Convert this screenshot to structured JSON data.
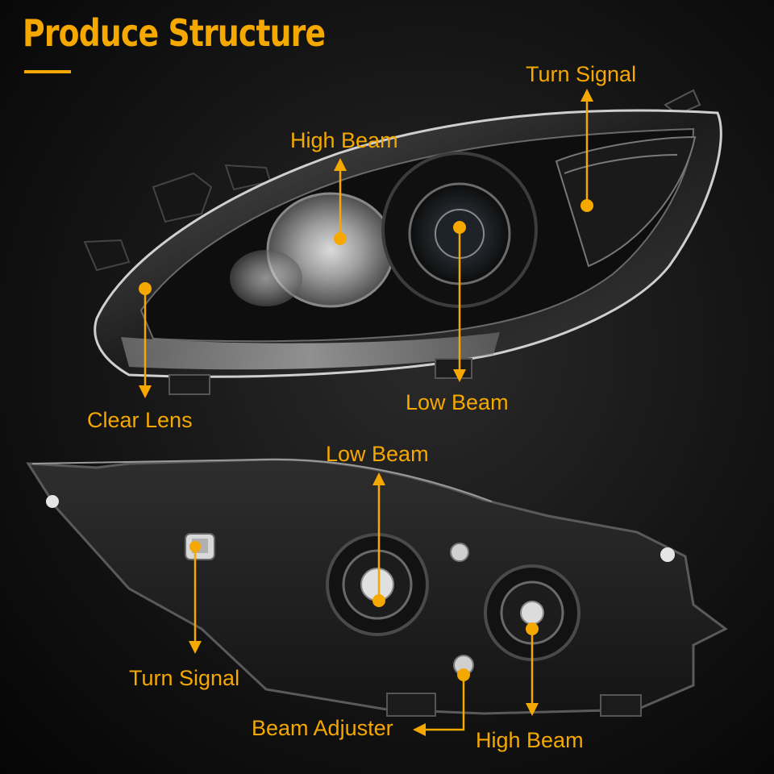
{
  "header": {
    "title": "Produce Structure"
  },
  "colors": {
    "accent": "#f5a800",
    "background": "#111111"
  },
  "front_view": {
    "labels": {
      "turn_signal": "Turn Signal",
      "high_beam": "High Beam",
      "clear_lens": "Clear Lens",
      "low_beam": "Low Beam"
    }
  },
  "rear_view": {
    "labels": {
      "low_beam": "Low Beam",
      "turn_signal": "Turn Signal",
      "beam_adjuster": "Beam Adjuster",
      "high_beam": "High Beam"
    }
  }
}
